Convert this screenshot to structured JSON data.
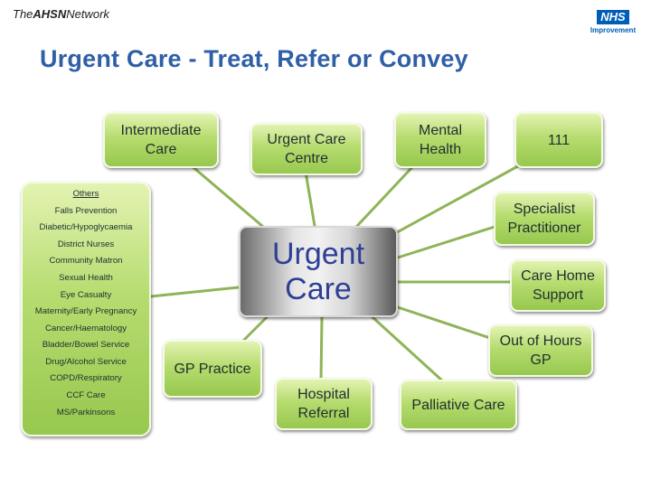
{
  "header": {
    "brand_prefix": "The",
    "brand_bold": "AHSN",
    "brand_suffix": "Network",
    "nhs_logo": "NHS",
    "nhs_sub": "Improvement"
  },
  "title": "Urgent Care - Treat, Refer or Convey",
  "colors": {
    "title": "#2f5fa6",
    "node_fill": "#b6dc6f",
    "center_text": "#2f3f95",
    "nhs_blue": "#005eb8"
  },
  "diagram": {
    "center": "Urgent Care",
    "nodes": {
      "intermediate_care": "Intermediate Care",
      "urgent_care_centre": "Urgent Care Centre",
      "mental_health": "Mental Health",
      "nhs_111": "111",
      "specialist_practitioner": "Specialist Practitioner",
      "care_home_support": "Care Home Support",
      "out_of_hours_gp": "Out of Hours GP",
      "palliative_care": "Palliative Care",
      "hospital_referral": "Hospital Referral",
      "gp_practice": "GP Practice"
    },
    "others": {
      "heading": "Others",
      "items": [
        "Falls Prevention",
        "Diabetic/Hypoglycaemia",
        "District Nurses",
        "Community Matron",
        "Sexual Health",
        "Eye Casualty",
        "Maternity/Early Pregnancy",
        "Cancer/Haematology",
        "Bladder/Bowel Service",
        "Drug/Alcohol Service",
        "COPD/Respiratory",
        "CCF Care",
        "MS/Parkinsons"
      ]
    }
  }
}
